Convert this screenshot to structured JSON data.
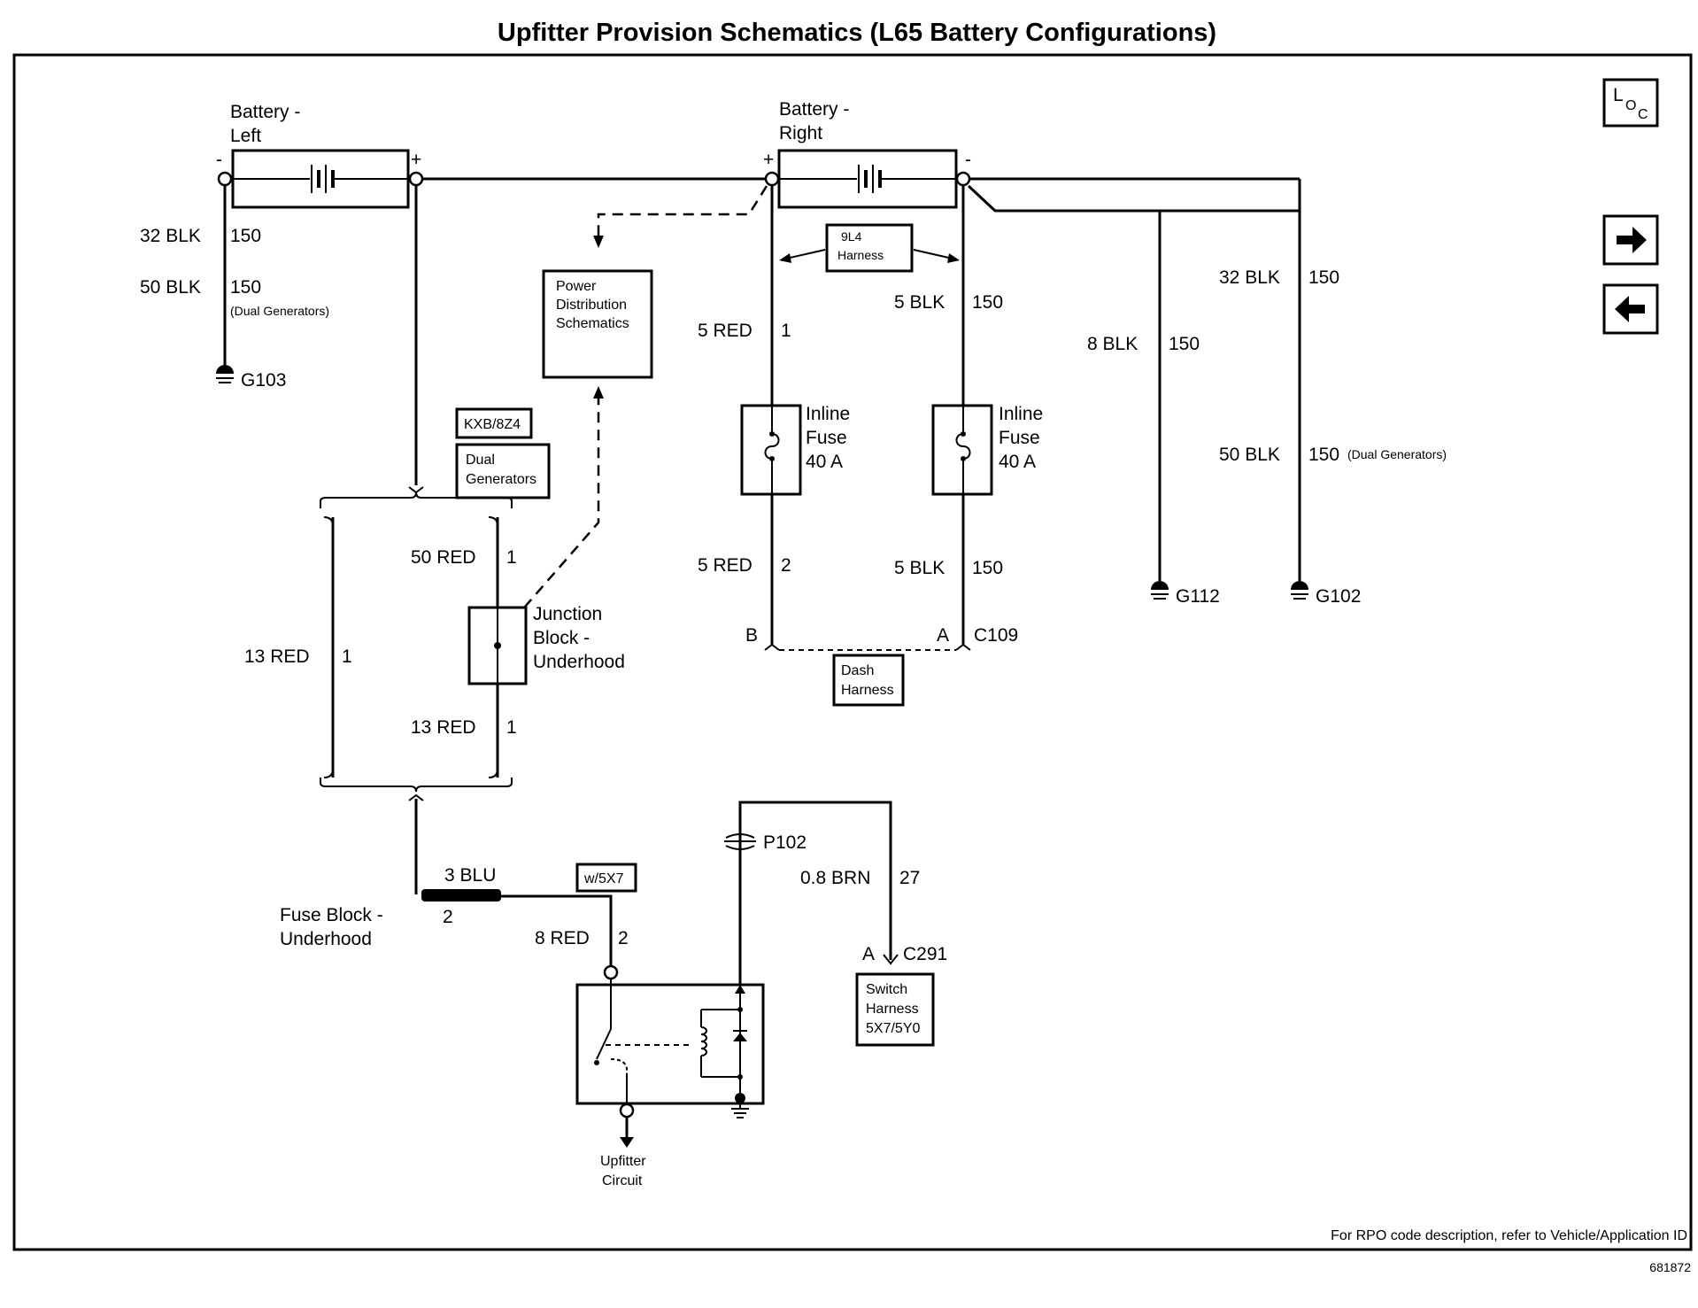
{
  "title": "Upfitter Provision Schematics (L65 Battery Configurations)",
  "footer_note": "For RPO code description, refer to Vehicle/Application ID",
  "doc_number": "681872",
  "nav": {
    "loc_icon": "loc-icon",
    "next_icon": "arrow-right-icon",
    "prev_icon": "arrow-left-icon"
  },
  "loc": {
    "l": "L",
    "o": "O",
    "c": "C"
  },
  "battery_left": {
    "line1": "Battery -",
    "line2": "Left",
    "neg": "-",
    "pos": "+"
  },
  "battery_right": {
    "line1": "Battery -",
    "line2": "Right",
    "neg": "-",
    "pos": "+"
  },
  "left_ground": {
    "wire1_label": "32 BLK",
    "wire1_circuit": "150",
    "wire2_label": "50 BLK",
    "wire2_circuit": "150",
    "wire2_note": "(Dual Generators)",
    "ground": "G103"
  },
  "pdist": {
    "line1": "Power",
    "line2": "Distribution",
    "line3": "Schematics"
  },
  "harness_9l4": {
    "line1": "9L4",
    "line2": "Harness"
  },
  "kxb_tag": "KXB/8Z4",
  "dual_gen_tag": {
    "line1": "Dual",
    "line2": "Generators"
  },
  "right_fuse_left": {
    "wire_top_label": "5 RED",
    "wire_top_circuit": "1",
    "fuse_line1": "Inline",
    "fuse_line2": "Fuse",
    "fuse_line3": "40 A",
    "wire_bot_label": "5 RED",
    "wire_bot_circuit": "2",
    "pin": "B"
  },
  "right_fuse_right": {
    "wire_top_label": "5 BLK",
    "wire_top_circuit": "150",
    "fuse_line1": "Inline",
    "fuse_line2": "Fuse",
    "fuse_line3": "40 A",
    "wire_bot_label": "5 BLK",
    "wire_bot_circuit": "150",
    "pin": "A",
    "connector": "C109"
  },
  "dash_harness": {
    "line1": "Dash",
    "line2": "Harness"
  },
  "g112_branch": {
    "wire_label": "8 BLK",
    "wire_circuit": "150",
    "ground": "G112"
  },
  "g102_branch": {
    "wire1_label": "32 BLK",
    "wire1_circuit": "150",
    "wire2_label": "50 BLK",
    "wire2_circuit": "150",
    "wire2_note": "(Dual Generators)",
    "ground": "G102"
  },
  "junction": {
    "wire_top_label": "50 RED",
    "wire_top_circuit": "1",
    "line1": "Junction",
    "line2": "Block -",
    "line3": "Underhood",
    "wire_bot_label": "13 RED",
    "wire_bot_circuit": "1",
    "bypass_label": "13 RED",
    "bypass_circuit": "1"
  },
  "fuse_block": {
    "wire_label": "3 BLU",
    "pin": "2",
    "line1": "Fuse Block -",
    "line2": "Underhood",
    "option_tag": "w/5X7"
  },
  "relay": {
    "wire_label": "8 RED",
    "wire_circuit": "2",
    "output_line1": "Upfitter",
    "output_line2": "Circuit"
  },
  "splice": {
    "id": "P102",
    "wire_label": "0.8 BRN",
    "wire_circuit": "27",
    "pin": "A",
    "connector": "C291"
  },
  "switch_harness": {
    "line1": "Switch",
    "line2": "Harness",
    "line3": "5X7/5Y0"
  }
}
